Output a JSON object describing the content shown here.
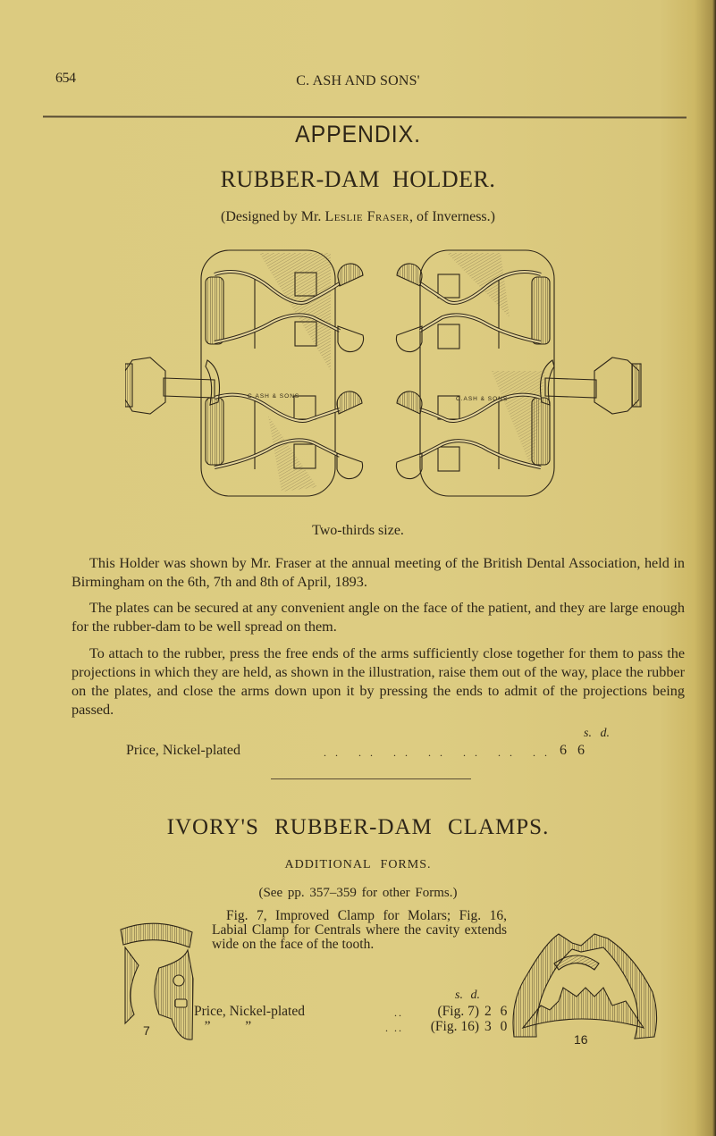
{
  "header": {
    "page_number": "654",
    "running_head": "C. ASH AND SONS'"
  },
  "appendix": {
    "title": "APPENDIX."
  },
  "holder": {
    "title": "RUBBER-DAM  HOLDER.",
    "designer_prefix": "(Designed by Mr. ",
    "designer_name": "Leslie Fraser",
    "designer_suffix": ", of Inverness.)",
    "figure": {
      "plate_stamp_left": "C.ASH & SONS",
      "plate_stamp_right": "C.ASH & SONS",
      "caption": "Two-thirds size."
    },
    "paragraphs": [
      "This Holder was shown by Mr. Fraser at the annual meeting of the British Dental Association, held in Birmingham on the 6th, 7th and 8th of April, 1893.",
      "The plates can be secured at any convenient angle on the face of the patient, and they are large enough for the rubber-dam to be well spread on them.",
      "To attach to the rubber, press the free ends of the arms sufficiently close together for them to pass the projections in which they are held, as shown in the illustration, raise them out of the way, place the rubber on the plates, and close the arms down upon it by pressing the ends to admit of the projections being passed."
    ],
    "price": {
      "units_header": "s. d.",
      "label": "Price, Nickel-plated",
      "leader": ".. .. .. .. .. .. ..",
      "value": "6 6"
    }
  },
  "clamps": {
    "title": "IVORY'S RUBBER-DAM CLAMPS.",
    "subtitle": "ADDITIONAL FORMS.",
    "see_also": "(See pp. 357–359 for other Forms.)",
    "description": "Fig. 7, Improved Clamp for Molars; Fig. 16, Labial Clamp for Centrals where the cavity extends wide on the face of the tooth.",
    "figures": [
      {
        "label": "7",
        "name": "Improved Clamp for Molars"
      },
      {
        "label": "16",
        "name": "Labial Clamp for Centrals"
      }
    ],
    "prices": {
      "units_header": "s. d.",
      "rows": [
        {
          "label": "Price, Nickel-plated",
          "leader": "..",
          "fig": "(Fig. 7)",
          "value": "2 6"
        },
        {
          "label": "   ”          ”",
          "leader": ". ..",
          "fig": "(Fig. 16)",
          "value": "3 0"
        }
      ]
    }
  },
  "colors": {
    "paper": "#dccb80",
    "ink": "#2e2618",
    "engraving_shade": "#8a7a55"
  }
}
